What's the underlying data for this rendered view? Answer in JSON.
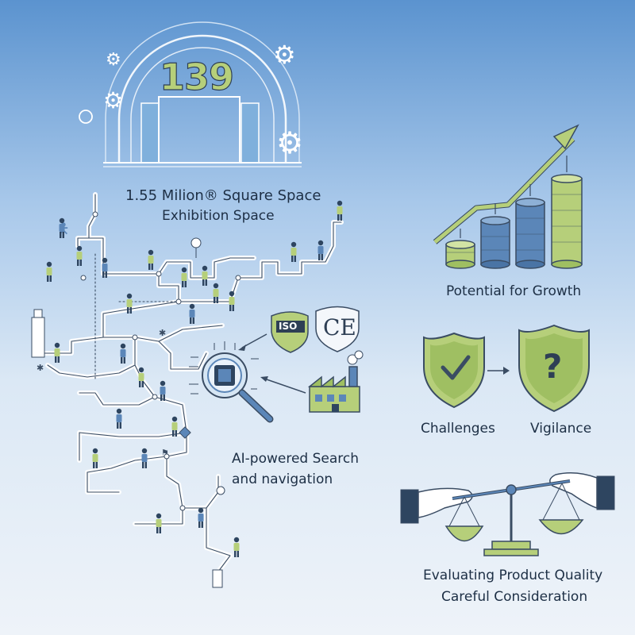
{
  "exhibition": {
    "number": "139",
    "area_line1": "1.55 Milion® Square Space",
    "area_line2": "Exhibition Space"
  },
  "search": {
    "iso_label": "ISO",
    "ce_label": "CE",
    "caption_line1": "AI-powered Search",
    "caption_line2": "and navigation"
  },
  "growth": {
    "caption": "Potential for Growth"
  },
  "challenges": {
    "left_caption": "Challenges",
    "right_caption": "Vigilance",
    "question_mark": "?"
  },
  "evaluation": {
    "caption_line1": "Evaluating Product Quality",
    "caption_line2": "Careful Consideration"
  },
  "colors": {
    "accent_green": "#b6cf7a",
    "dark_green": "#7fa34a",
    "steel_blue": "#5b86b8",
    "outline": "#3a4c63"
  }
}
